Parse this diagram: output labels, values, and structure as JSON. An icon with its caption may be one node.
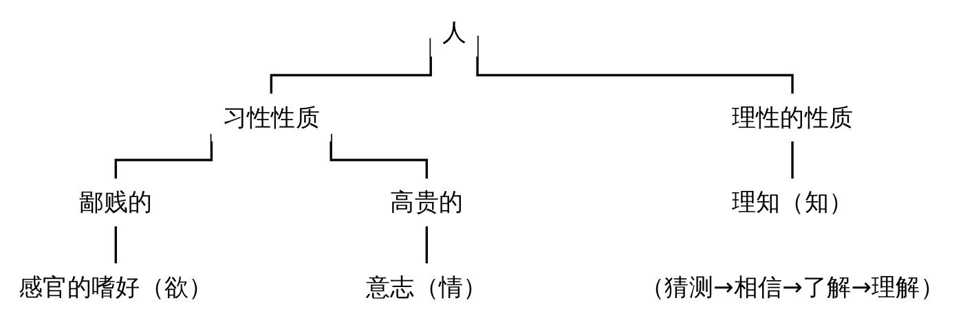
{
  "diagram": {
    "nodes": [
      {
        "text": [
          "人"
        ]
      },
      {
        "text": [
          "习性性质"
        ]
      },
      {
        "text": [
          "理性的性质"
        ]
      },
      {
        "text": [
          "鄙贱的"
        ]
      },
      {
        "text": [
          "高贵的"
        ]
      },
      {
        "text": [
          "理知（知）"
        ],
        "beside": [
          "（猜测→相信→了解→理解）"
        ]
      },
      {
        "text": [
          "感官的嗜好（欲）"
        ]
      },
      {
        "text": [
          "意志（情）"
        ]
      }
    ],
    "edges": [
      {
        "from": 0,
        "to": 1,
        "arrow": "none"
      },
      {
        "from": 0,
        "to": 2,
        "arrow": "none"
      },
      {
        "from": 1,
        "to": 3,
        "arrow": "none"
      },
      {
        "from": 1,
        "to": 4,
        "arrow": "none"
      },
      {
        "from": 2,
        "to": 5,
        "arrow": "none"
      },
      {
        "from": 3,
        "to": 6,
        "arrow": "none"
      },
      {
        "from": 4,
        "to": 7,
        "arrow": "none"
      }
    ]
  }
}
